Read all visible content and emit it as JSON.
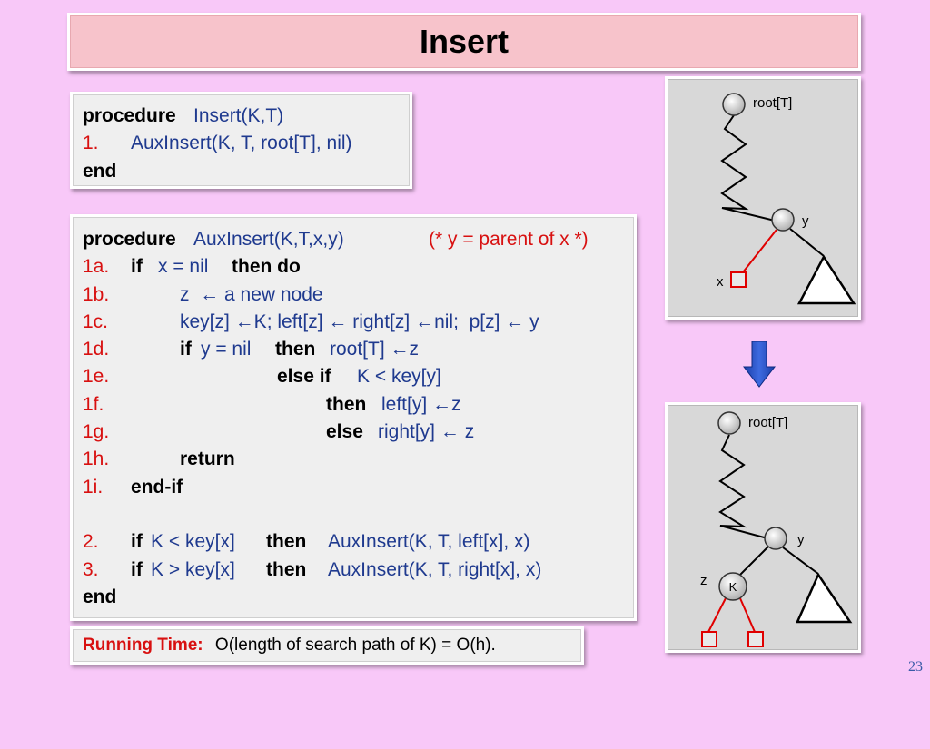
{
  "title": "Insert",
  "box1": {
    "l1_kw": "procedure",
    "l1_name": "Insert(K,T)",
    "l2_num": "1.",
    "l2_text": "AuxInsert(K, T, root[T], nil)",
    "l3_kw": "end"
  },
  "box2": {
    "l0_kw": "procedure",
    "l0_name": "AuxInsert(K,T,x,y)",
    "l0_comment": "(* y = parent of x *)",
    "a_num": "1a.",
    "a_if": "if",
    "a_cond": "x = nil",
    "a_then": "then do",
    "b_num": "1b.",
    "b_text": "z  ← a new node",
    "c_num": "1c.",
    "c_text": "key[z] ←K; left[z] ← right[z] ←nil;  p[z] ← y",
    "d_num": "1d.",
    "d_if": "if",
    "d_cond": "y = nil",
    "d_then": "then",
    "d_rest": "root[T] ←z",
    "e_num": "1e.",
    "e_kw": "else if",
    "e_cond": "K < key[y]",
    "f_num": "1f.",
    "f_kw": "then",
    "f_rest": "left[y] ←z",
    "g_num": "1g.",
    "g_kw": "else",
    "g_rest": "right[y] ← z",
    "h_num": "1h.",
    "h_kw": "return",
    "i_num": "1i.",
    "i_kw": "end-if",
    "n2_num": "2.",
    "n2_if": "if",
    "n2_cond": "K < key[x]",
    "n2_then": "then",
    "n2_rest": "AuxInsert(K, T, left[x], x)",
    "n3_num": "3.",
    "n3_if": "if",
    "n3_cond": "K > key[x]",
    "n3_then": "then",
    "n3_rest": "AuxInsert(K, T, right[x], x)",
    "end_kw": "end"
  },
  "running": {
    "label": "Running Time:",
    "text": "O(length of search path of K) = O(h)."
  },
  "diagram_before": {
    "root_label": "root[T]",
    "y_label": "y",
    "x_label": "x"
  },
  "diagram_after": {
    "root_label": "root[T]",
    "y_label": "y",
    "z_label": "z",
    "k_label": "K"
  },
  "arrow_icon": "down-arrow-icon",
  "colors": {
    "background": "#f8c8f8",
    "title_bg": "#f7c3cb",
    "keyword_blue": "#1f3a8f",
    "accent_red": "#d81010"
  },
  "page_number": "23"
}
